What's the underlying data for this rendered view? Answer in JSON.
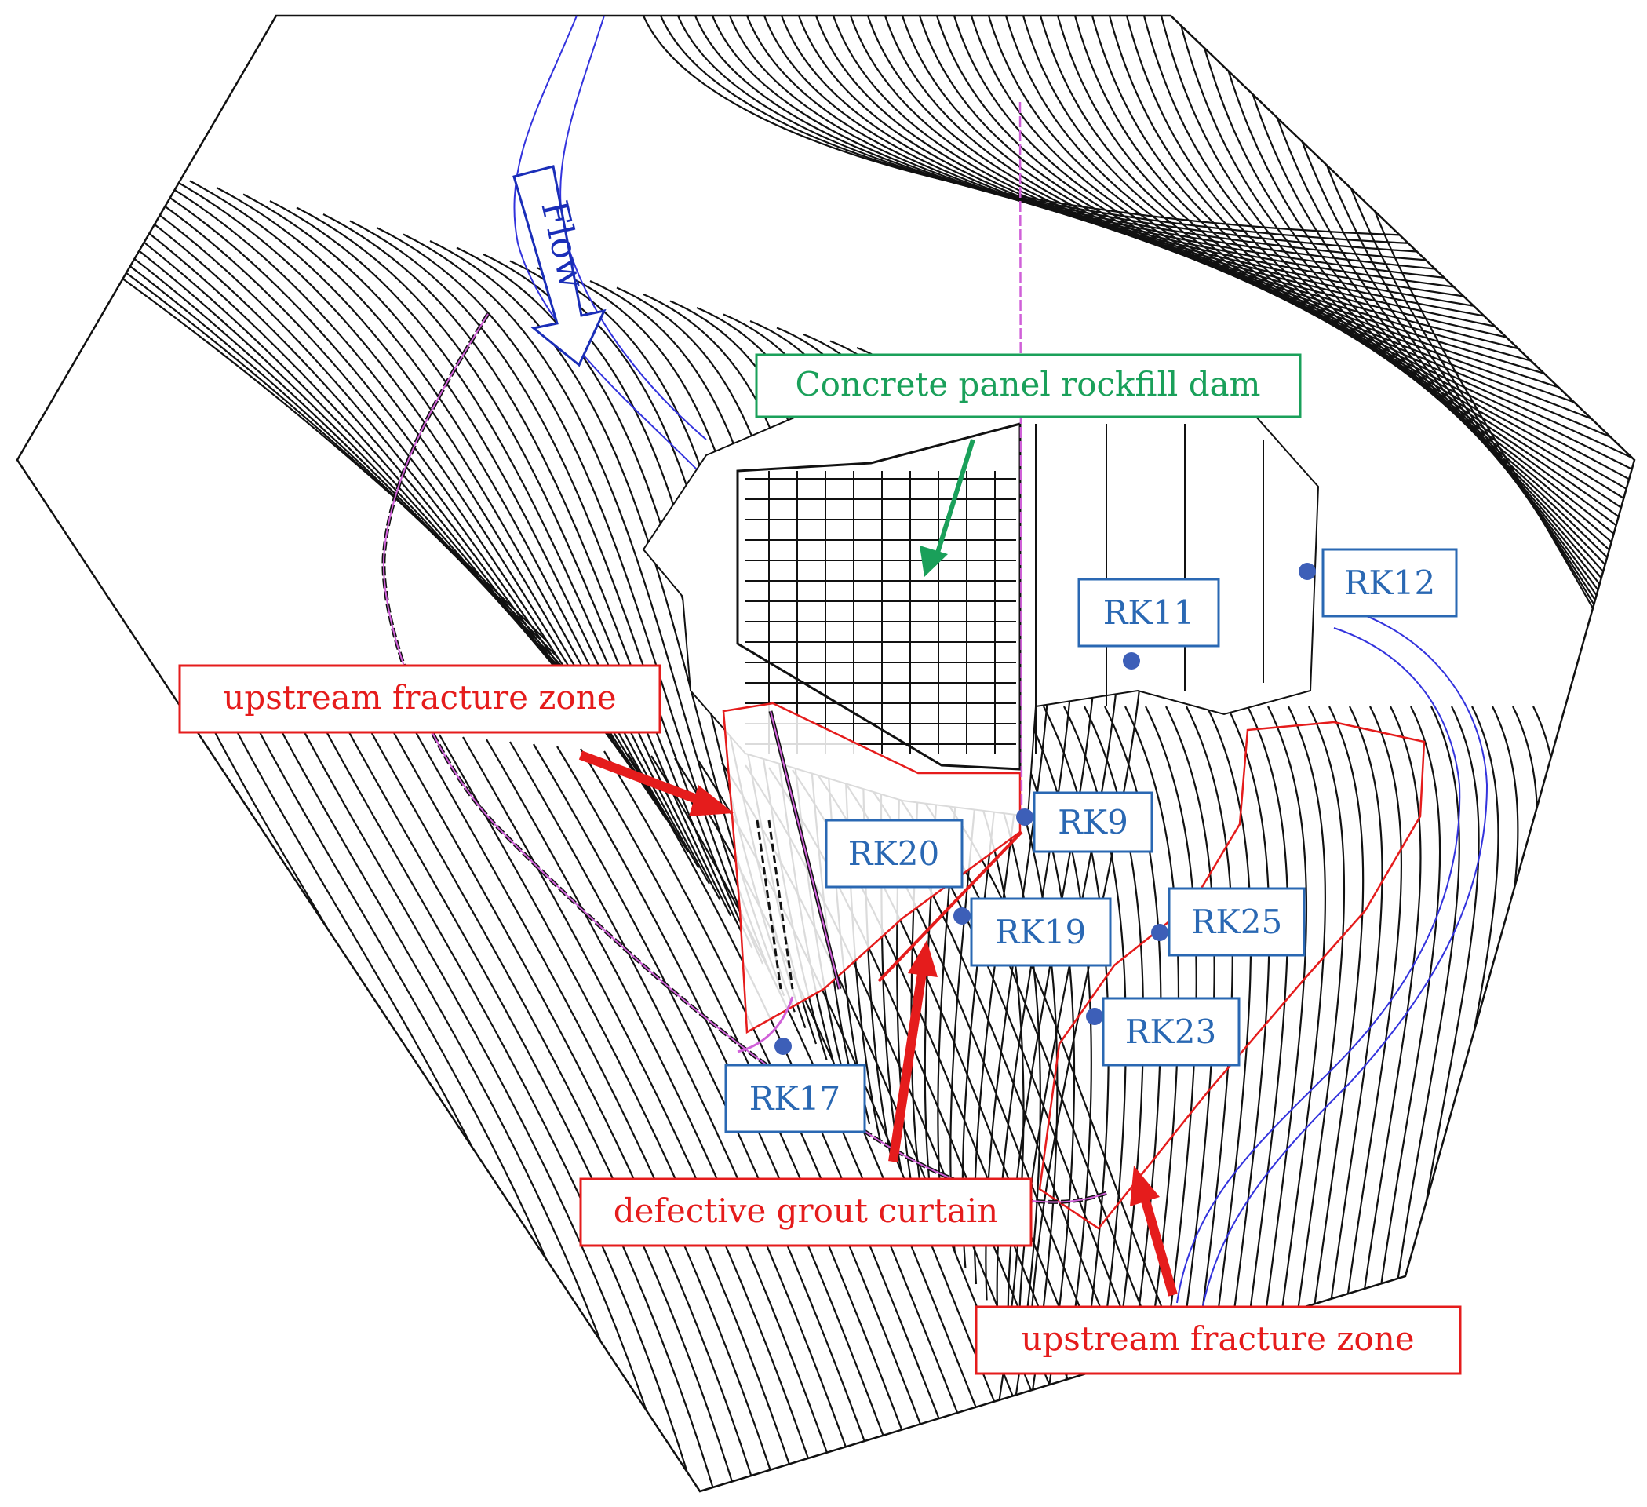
{
  "flow_label": "Flow",
  "dam_label": "Concrete panel rockfill dam",
  "fracture_label_upper": "upstream fracture zone",
  "fracture_label_lower": "upstream fracture zone",
  "grout_label": "defective grout curtain",
  "boreholes": [
    {
      "id": "RK9",
      "label": "RK9"
    },
    {
      "id": "RK11",
      "label": "RK11"
    },
    {
      "id": "RK12",
      "label": "RK12"
    },
    {
      "id": "RK17",
      "label": "RK17"
    },
    {
      "id": "RK19",
      "label": "RK19"
    },
    {
      "id": "RK20",
      "label": "RK20"
    },
    {
      "id": "RK23",
      "label": "RK23"
    },
    {
      "id": "RK25",
      "label": "RK25"
    }
  ],
  "colors": {
    "contour": "#111111",
    "river": "#3333dd",
    "dam_label": "#1aa05a",
    "borehole": "#2a68b3",
    "borehole_marker": "#3d5fb8",
    "fracture": "#e51c1c",
    "grout_line": "#d060d8"
  }
}
